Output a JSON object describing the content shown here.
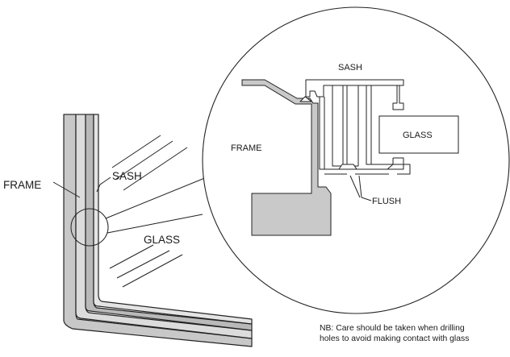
{
  "labels": {
    "frame_left": "FRAME",
    "sash_left": "SASH",
    "glass_left": "GLASS",
    "frame_detail": "FRAME",
    "sash_detail": "SASH",
    "glass_detail": "GLASS",
    "flush_detail": "FLUSH"
  },
  "note": {
    "line1": "NB: Care should be taken when drilling",
    "line2": "holes to avoid making contact with glass"
  }
}
